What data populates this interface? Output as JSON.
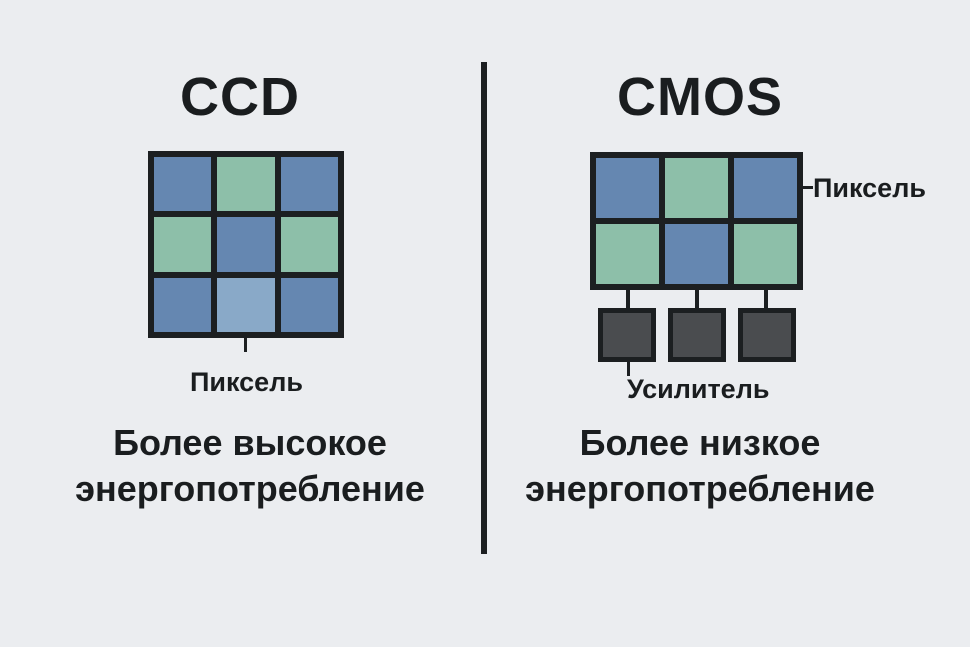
{
  "colors": {
    "background": "#ebedf0",
    "frame": "#1c1f21",
    "pixel_blue": "#6587b1",
    "pixel_green": "#8dbfa9",
    "pixel_light_blue": "#89a9c8",
    "amplifier": "#4a4c4f"
  },
  "ccd": {
    "title": "CCD",
    "pixel_colors": [
      "blue",
      "green",
      "blue",
      "green",
      "blue",
      "green",
      "blue",
      "light_blue",
      "blue"
    ],
    "pixel_label": "Пиксель",
    "description_line1": "Более высокое",
    "description_line2": "энергопотребление"
  },
  "cmos": {
    "title": "CMOS",
    "pixel_colors": [
      "blue",
      "green",
      "blue",
      "green",
      "blue",
      "green"
    ],
    "pixel_label": "Пиксель",
    "amplifier_label": "Усилитель",
    "amplifier_count": 3,
    "description_line1": "Более низкое",
    "description_line2": "энергопотребление"
  }
}
